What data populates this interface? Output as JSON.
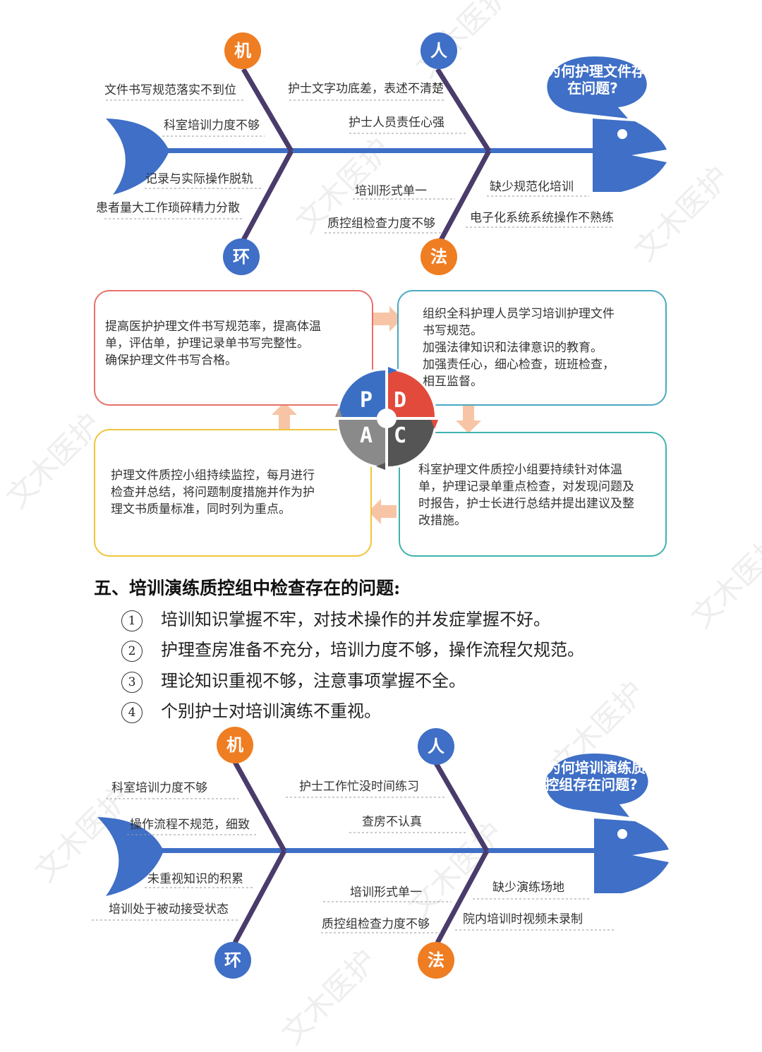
{
  "fishbone1": {
    "question": [
      "为何护理文件存",
      "在问题?"
    ],
    "categories": {
      "machine": "机",
      "people": "人",
      "environment": "环",
      "method": "法"
    },
    "causes": {
      "machine": [
        "文件书写规范落实不到位",
        "科室培训力度不够"
      ],
      "people": [
        "护士文字功底差，表述不清楚",
        "护士人员责任心强"
      ],
      "environment": [
        "记录与实际操作脱轨",
        "患者量大工作琐碎精力分散"
      ],
      "method_left": [
        "培训形式单一",
        "质控组检查力度不够"
      ],
      "method_right": [
        "缺少规范化培训",
        "电子化系统系统操作不熟练"
      ]
    }
  },
  "pdca": {
    "letters": {
      "p": "P",
      "d": "D",
      "a": "A",
      "c": "C"
    },
    "plan": [
      "提高医护护理文件书写规范率，提高体温",
      "单，评估单，护理记录单书写完整性。",
      "确保护理文件书写合格。"
    ],
    "do": [
      "组织全科护理人员学习培训护理文件",
      "书写规范。",
      "加强法律知识和法律意识的教育。",
      "加强责任心，细心检查，班班检查，",
      "相互监督。"
    ],
    "check": [
      "科室护理文件质控小组要持续针对体温",
      "单，护理记录单重点检查，对发现问题及",
      "时报告，护士长进行总结并提出建议及整",
      "改措施。"
    ],
    "act": [
      "护理文件质控小组持续监控，每月进行",
      "检查并总结，将问题制度措施并作为护",
      "理文书质量标准，同时列为重点。"
    ]
  },
  "section": {
    "title": "五、培训演练质控组中检查存在的问题:",
    "items": [
      {
        "num": "1",
        "text": "培训知识掌握不牢，对技术操作的并发症掌握不好。"
      },
      {
        "num": "2",
        "text": "护理查房准备不充分，培训力度不够，操作流程欠规范。"
      },
      {
        "num": "3",
        "text": "理论知识重视不够，注意事项掌握不全。"
      },
      {
        "num": "4",
        "text": "个别护士对培训演练不重视。"
      }
    ]
  },
  "fishbone2": {
    "question": [
      "为何培训演练质",
      "控组存在问题?"
    ],
    "categories": {
      "machine": "机",
      "people": "人",
      "environment": "环",
      "method": "法"
    },
    "causes": {
      "machine": [
        "科室培训力度不够",
        "操作流程不规范，细致"
      ],
      "people": [
        "护士工作忙没时间练习",
        "查房不认真"
      ],
      "environment": [
        "未重视知识的积累",
        "培训处于被动接受状态"
      ],
      "method_left": [
        "培训形式单一",
        "质控组检查力度不够"
      ],
      "method_right": [
        "缺少演练场地",
        "院内培训时视频未录制"
      ]
    }
  },
  "watermark": "文木医护",
  "colors": {
    "fish_blue": "#3f6fc6",
    "bone_purple": "#4a3b6b",
    "orange": "#ef7d22",
    "plan_border": "#e8706b",
    "do_border": "#4aa8c0",
    "check_border": "#3fb3ad",
    "act_border": "#f0c53a",
    "arrow_peach": "#f7c5a6"
  }
}
